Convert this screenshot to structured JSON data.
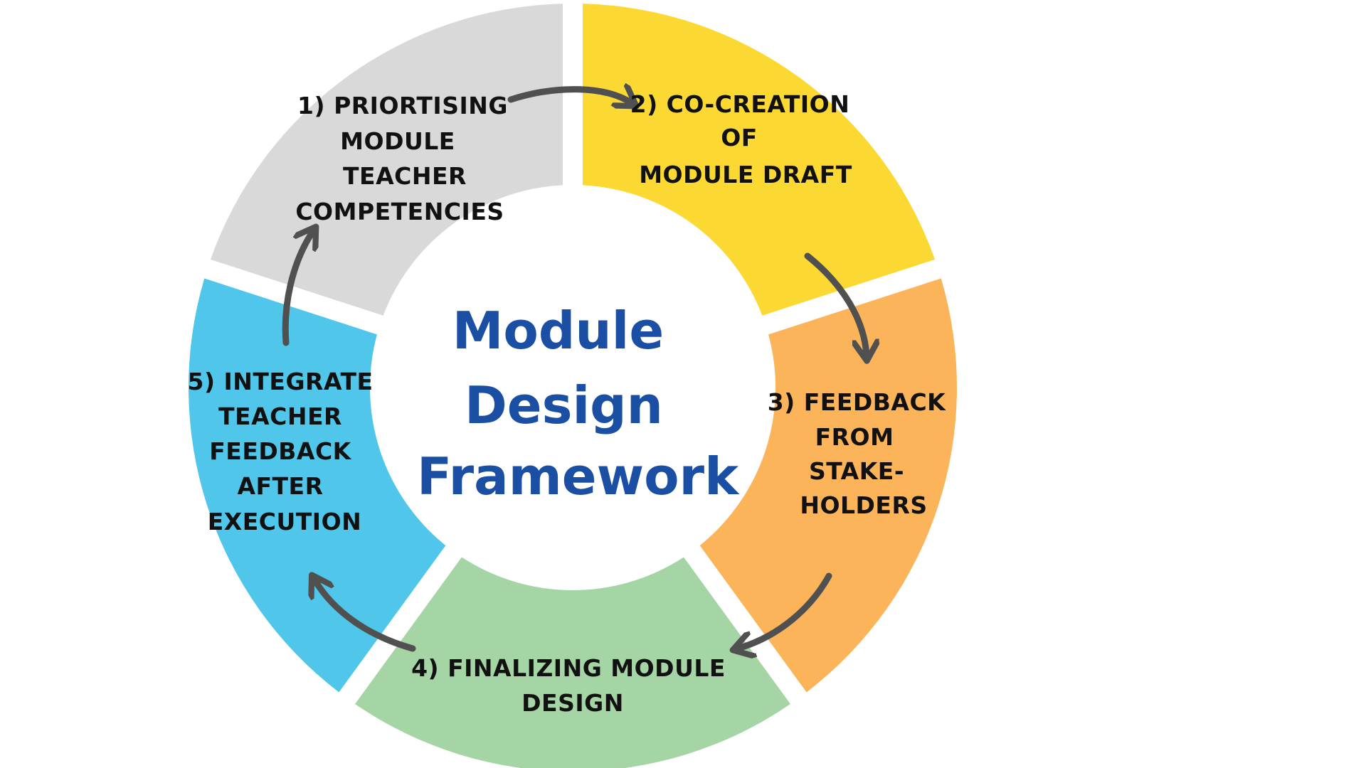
{
  "diagram": {
    "center_title": [
      "Module",
      "Design",
      "Framework"
    ],
    "colors": {
      "segment_1": "#d9d9d9",
      "segment_2": "#fbd932",
      "segment_3": "#fbb45a",
      "segment_4": "#a5d5a5",
      "segment_5": "#4fc6ea",
      "title": "#1a4fa3",
      "arrow": "#505050",
      "text": "#111111"
    },
    "segments": [
      {
        "step": 1,
        "lines": [
          "1) PRIORTISING",
          "MODULE",
          "TEACHER",
          "COMPETENCIES"
        ]
      },
      {
        "step": 2,
        "lines": [
          "2) CO-CREATION",
          "OF",
          "MODULE DRAFT"
        ]
      },
      {
        "step": 3,
        "lines": [
          "3) FEEDBACK",
          "FROM",
          "STAKE-",
          "HOLDERS"
        ]
      },
      {
        "step": 4,
        "lines": [
          "4) FINALIZING MODULE",
          "DESIGN"
        ]
      },
      {
        "step": 5,
        "lines": [
          "5) INTEGRATE",
          "TEACHER",
          "FEEDBACK",
          "AFTER",
          "EXECUTION"
        ]
      }
    ],
    "arrows": [
      {
        "from": 1,
        "to": 2
      },
      {
        "from": 2,
        "to": 3
      },
      {
        "from": 3,
        "to": 4
      },
      {
        "from": 4,
        "to": 5
      },
      {
        "from": 5,
        "to": 1
      }
    ]
  }
}
